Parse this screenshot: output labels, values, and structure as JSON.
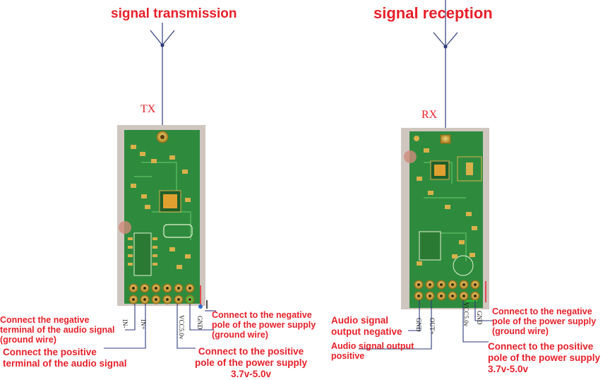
{
  "titles": {
    "tx": "signal transmission",
    "rx": "signal reception"
  },
  "boards": {
    "tx": "TX",
    "rx": "RX"
  },
  "pins": {
    "tx_in_minus": "IN-",
    "tx_in_plus": "IN+",
    "tx_vcc": "VCC5.0v",
    "tx_gnd": "GND",
    "rx_gnd_left": "GND",
    "rx_out_plus": "OUT+",
    "rx_vcc": "VCC5.0v",
    "rx_gnd_right": "GND"
  },
  "tx_labels": {
    "audio_neg_1": "Connect the negative",
    "audio_neg_2": "terminal of the audio signal",
    "audio_neg_3": "(ground wire)",
    "audio_pos_1": "Connect the positive",
    "audio_pos_2": "terminal of the audio signal",
    "power_neg_1": "Connect to the negative",
    "power_neg_2": "pole of the power supply",
    "power_neg_3": "(ground wire)",
    "power_pos_1": "Connect to the positive",
    "power_pos_2": "pole of the power supply",
    "power_pos_3": "3.7v-5.0v"
  },
  "rx_labels": {
    "out_neg_1": "Audio signal",
    "out_neg_2": "output negative",
    "out_pos_1": "Audio signal output",
    "out_pos_2": "positive",
    "power_neg_1": "Connect to the negative",
    "power_neg_2": "pole of the power supply",
    "power_neg_3": "(ground wire)",
    "power_pos_1": "Connect to the positive",
    "power_pos_2": "pole of the power supply",
    "power_pos_3": "3.7v-5.0v"
  },
  "colors": {
    "accent": "#e8202a",
    "wire": "#2f3a7a",
    "pcb": "#2e8b3e",
    "pcb_frame": "#cfc6bf",
    "pad": "#c9a23a"
  }
}
